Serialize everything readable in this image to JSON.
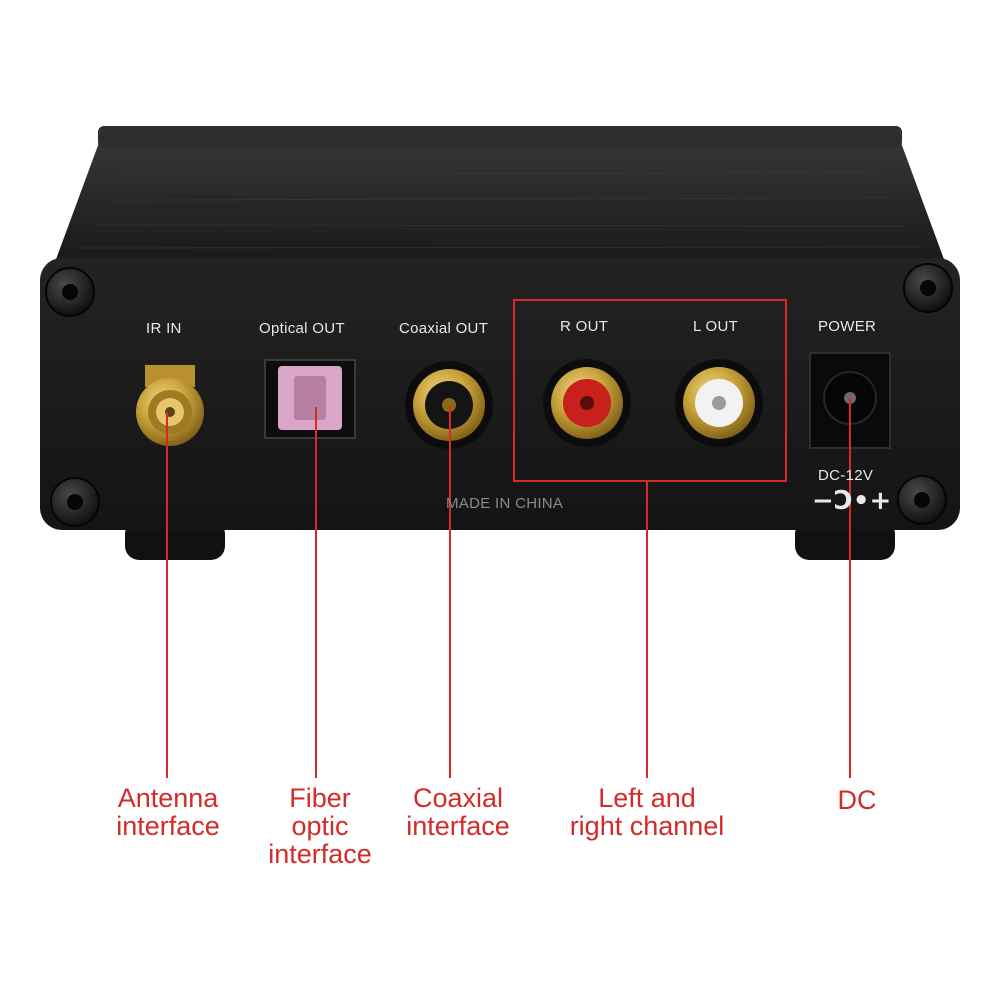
{
  "panel": {
    "ir_in": "IR  IN",
    "optical_out": "Optical OUT",
    "coaxial_out": "Coaxial OUT",
    "r_out": "R OUT",
    "l_out": "L OUT",
    "power": "POWER",
    "dc_12v": "DC-12V",
    "dc_symbol": "−Ɔ•+",
    "made_in": "MADE IN CHINA"
  },
  "callouts": {
    "antenna": [
      "Antenna",
      "interface"
    ],
    "fiber": [
      "Fiber",
      "optic",
      "interface"
    ],
    "coaxial": [
      "Coaxial",
      "interface"
    ],
    "channel": [
      "Left and",
      "right channel"
    ],
    "dc": [
      "DC"
    ]
  },
  "colors": {
    "callout_red": "#d42a2a",
    "chassis": "#1c1c1c",
    "gold": "#c9a23a",
    "optical_pink": "#d9a6c9",
    "rca_red": "#c8201a",
    "rca_white": "#f2f2f2"
  }
}
